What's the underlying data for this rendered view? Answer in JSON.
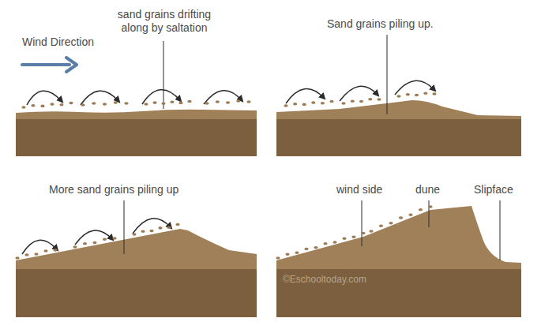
{
  "diagram": {
    "labels": [
      "Wind Direction",
      "sand grains drifting along by saltation",
      "Sand grains piling up.",
      "More sand grains piling up",
      "wind side",
      "dune",
      "Slipface",
      "©Eschooltoday.com"
    ]
  }
}
